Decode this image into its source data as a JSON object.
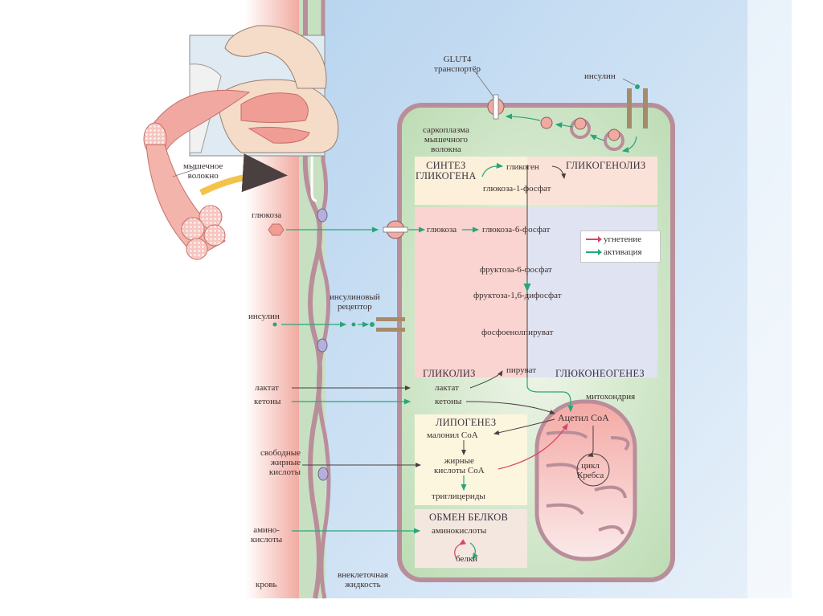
{
  "colors": {
    "blood": "#f2b3ab",
    "extracellular": "#c9dff2",
    "sarcoplasm": "#d8ead2",
    "membrane": "#b98e9a",
    "inhibition": "#d9456a",
    "activation": "#2aa57a",
    "neutral_arrow": "#4a4040"
  },
  "outside": {
    "muscle_fiber": "мышечное\nволокно",
    "blood": "кровь",
    "extracellular_fluid": "внеклеточная\nжидкость",
    "glucose": "глюкоза",
    "insulin": "инсулин",
    "insulin_receptor": "инсулиновый\nрецептор",
    "lactate": "лактат",
    "ketones": "кетоны",
    "free_fatty_acids": "свободные\nжирные\nкислоты",
    "amino_acids": "амино-\nкислоты"
  },
  "top": {
    "glut4": "GLUT4\nтранспортёр",
    "insulin": "инсулин",
    "sarcoplasm": "саркоплазма\nмышечного\nволокна"
  },
  "glycogen": {
    "synthesis": "СИНТЕЗ\nГЛИКОГЕНА",
    "glycogenolysis": "ГЛИКОГЕНОЛИЗ",
    "glycogen": "гликоген",
    "g1p": "глюкоза-1-фосфат"
  },
  "pathway": {
    "glucose": "глюкоза",
    "g6p": "глюкоза-6-фосфат",
    "f6p": "фруктоза-6-фосфат",
    "f16bp": "фруктоза-1,6-дифосфат",
    "pep": "фосфоенолпируват",
    "pyruvate": "пируват",
    "glycolysis": "ГЛИКОЛИЗ",
    "gluconeogenesis": "ГЛЮКОНЕОГЕНЕЗ",
    "lactate": "лактат",
    "ketones": "кетоны"
  },
  "legend": [
    {
      "label": "угнетение",
      "type": "inhibition"
    },
    {
      "label": "активация",
      "type": "activation"
    }
  ],
  "lipogenesis": {
    "title": "ЛИПОГЕНЕЗ",
    "malonyl": "малонил CoA",
    "fatty_acyl": "жирные\nкислоты CoA",
    "triglycerides": "триглицериды"
  },
  "mitochondria": {
    "label": "митохондрия",
    "acetyl": "Ацетил CoA",
    "krebs": "цикл\nКребса"
  },
  "protein": {
    "title": "ОБМЕН БЕЛКОВ",
    "amino": "аминокислоты",
    "proteins": "белки"
  }
}
